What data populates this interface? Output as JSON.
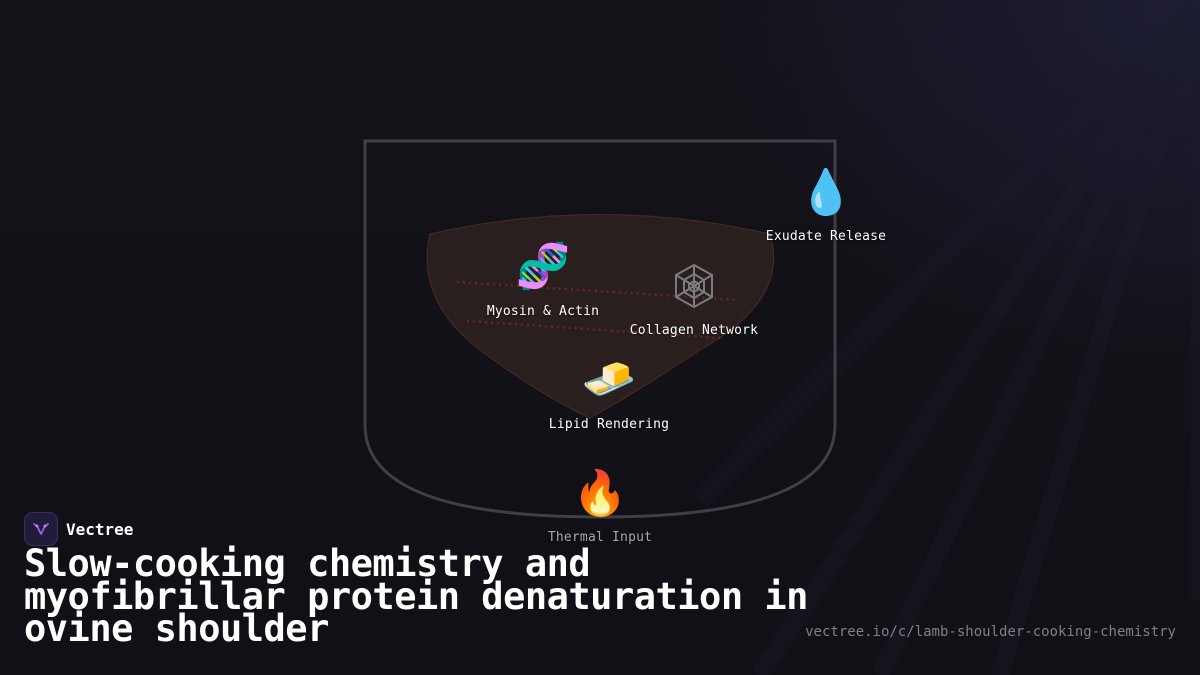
{
  "nodes": {
    "exudate": {
      "icon": "droplet-icon",
      "glyph": "💧",
      "label": "Exudate Release"
    },
    "myosin": {
      "icon": "dna-icon",
      "glyph": "🧬",
      "label": "Myosin & Actin"
    },
    "collagen": {
      "icon": "spider-web-icon",
      "label": "Collagen Network"
    },
    "lipid": {
      "icon": "butter-icon",
      "glyph": "🧈",
      "label": "Lipid Rendering"
    },
    "thermal": {
      "icon": "fire-icon",
      "glyph": "🔥",
      "label": "Thermal Input"
    }
  },
  "brand": {
    "name": "Vectree",
    "logo_icon": "vectree-logo-icon"
  },
  "title": "Slow-cooking chemistry and myofibrillar protein denaturation in ovine shoulder",
  "url": "vectree.io/c/lamb-shoulder-cooking-chemistry",
  "colors": {
    "background": "#111016",
    "pot_outline": "#3f3f44",
    "meat_fill": "#2a1f1f",
    "fiber_line": "#6a2525",
    "brand_accent": "#8b4fd6"
  }
}
